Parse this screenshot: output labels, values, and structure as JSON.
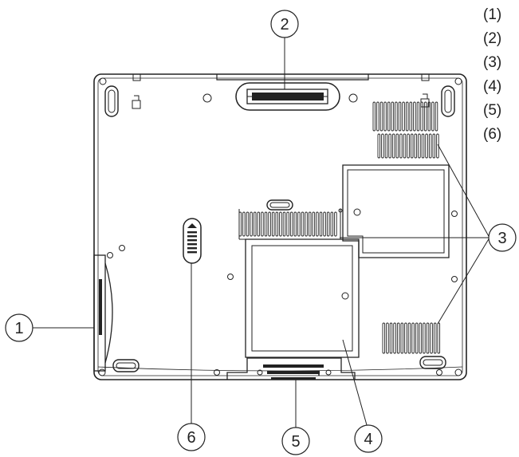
{
  "callouts": [
    {
      "id": "1",
      "label": "1"
    },
    {
      "id": "2",
      "label": "2"
    },
    {
      "id": "3",
      "label": "3"
    },
    {
      "id": "4",
      "label": "4"
    },
    {
      "id": "5",
      "label": "5"
    },
    {
      "id": "6",
      "label": "6"
    }
  ],
  "legend": [
    "(1)",
    "(2)",
    "(3)",
    "(4)",
    "(5)",
    "(6)"
  ]
}
